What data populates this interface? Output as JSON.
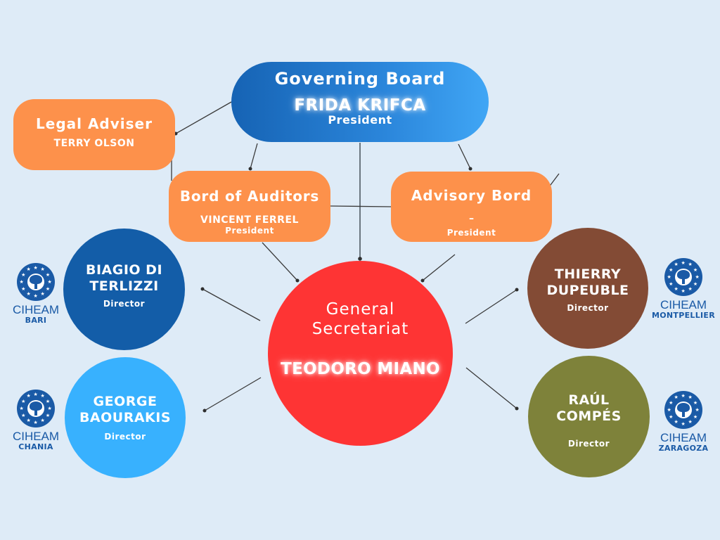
{
  "diagram": {
    "title": "CIHEAM Organizational Chart",
    "colors": {
      "background": "#deebf7",
      "governing_board": "#1663b4",
      "governing_board_gradient_end": "#40a6f5",
      "orange_boxes": "#fd914b",
      "secretariat": "#fe3434",
      "bari": "#135da8",
      "chania": "#38b1fe",
      "montpellier": "#834b35",
      "zaragoza": "#7e823a",
      "logo_blue": "#1a5aa6"
    }
  },
  "governing_board": {
    "title": "Governing Board",
    "name": "FRIDA KRIFCA",
    "role": "President"
  },
  "legal_adviser": {
    "title": "Legal Adviser",
    "name": "TERRY OLSON"
  },
  "board_of_auditors": {
    "title": "Bord of Auditors",
    "name": "VINCENT FERREL",
    "role": "President"
  },
  "advisory_board": {
    "title": "Advisory Bord",
    "name": "–",
    "role": "President"
  },
  "general_secretariat": {
    "title": "General Secretariat",
    "name": "TEODORO MIANO"
  },
  "institutes": [
    {
      "id": "bari",
      "director_line1": "BIAGIO DI",
      "director_line2": "TERLIZZI",
      "role": "Director",
      "logo_brand": "CIHEAM",
      "logo_city": "BARI",
      "logo_icon": "ciheam-tree-emblem-icon"
    },
    {
      "id": "chania",
      "director_line1": "GEORGE",
      "director_line2": "BAOURAKIS",
      "role": "Director",
      "logo_brand": "CIHEAM",
      "logo_city": "CHANIA",
      "logo_icon": "ciheam-tree-emblem-icon"
    },
    {
      "id": "montpellier",
      "director_line1": "THIERRY",
      "director_line2": "DUPEUBLE",
      "role": "Director",
      "logo_brand": "CIHEAM",
      "logo_city": "MONTPELLIER",
      "logo_icon": "ciheam-tree-emblem-icon"
    },
    {
      "id": "zaragoza",
      "director_line1": "RAÚL",
      "director_line2": "COMPÉS",
      "role": "Director",
      "logo_brand": "CIHEAM",
      "logo_city": "ZARAGOZA",
      "logo_icon": "ciheam-tree-emblem-icon"
    }
  ]
}
